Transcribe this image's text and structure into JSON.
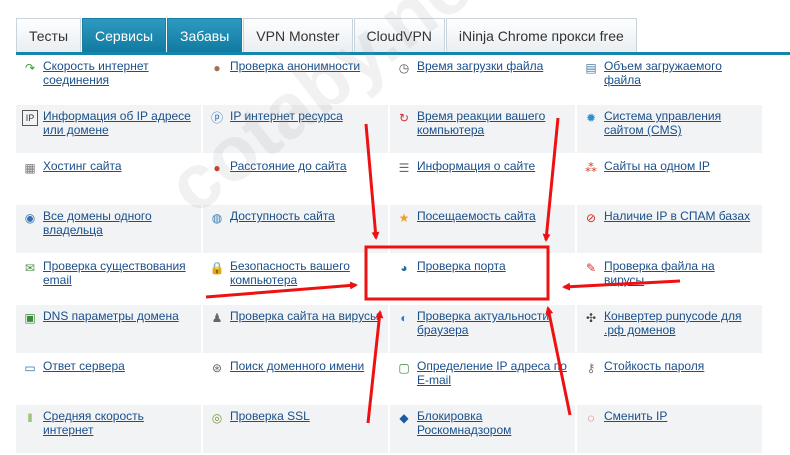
{
  "tabs": [
    {
      "label": "Тесты",
      "active": false
    },
    {
      "label": "Сервисы",
      "active": true
    },
    {
      "label": "Забавы",
      "active": true
    },
    {
      "label": "VPN Monster",
      "active": false
    },
    {
      "label": "CloudVPN",
      "active": false
    },
    {
      "label": "iNinja Chrome прокси free",
      "active": false
    }
  ],
  "services": [
    [
      {
        "label": "Скорость интернет соединения",
        "icon": "speed-arrow-icon"
      },
      {
        "label": "Проверка анонимности",
        "icon": "anonymous-user-icon"
      },
      {
        "label": "Время загрузки файла",
        "icon": "clock-icon"
      },
      {
        "label": "Объем загружаемого файла",
        "icon": "file-size-icon"
      }
    ],
    [
      {
        "label": "Информация об IP адресе или домене",
        "icon": "ip-info-icon"
      },
      {
        "label": "IP интернет ресурса",
        "icon": "ip-resource-icon"
      },
      {
        "label": "Время реакции вашего компьютера",
        "icon": "reaction-time-icon"
      },
      {
        "label": "Система управления сайтом (CMS)",
        "icon": "cms-gear-icon"
      }
    ],
    [
      {
        "label": "Хостинг сайта",
        "icon": "hosting-server-icon"
      },
      {
        "label": "Расстояние до сайта",
        "icon": "map-pin-icon"
      },
      {
        "label": "Информация о сайте",
        "icon": "site-info-icon"
      },
      {
        "label": "Сайты на одном IP",
        "icon": "shared-ip-icon"
      }
    ],
    [
      {
        "label": "Все домены одного владельца",
        "icon": "domains-owner-icon"
      },
      {
        "label": "Доступность сайта",
        "icon": "availability-globe-icon"
      },
      {
        "label": "Посещаемость сайта",
        "icon": "star-icon"
      },
      {
        "label": "Наличие IP в СПАМ базах",
        "icon": "spam-block-icon"
      }
    ],
    [
      {
        "label": "Проверка существования email",
        "icon": "email-check-icon"
      },
      {
        "label": "Безопасность вашего компьютера",
        "icon": "lock-icon"
      },
      {
        "label": "Проверка порта",
        "icon": "port-globe-icon"
      },
      {
        "label": "Проверка файла на вирусы",
        "icon": "file-virus-icon"
      }
    ],
    [
      {
        "label": "DNS параметры домена",
        "icon": "dns-icon"
      },
      {
        "label": "Проверка сайта на вирусы",
        "icon": "site-virus-icon"
      },
      {
        "label": "Проверка актуальности браузера",
        "icon": "browser-icon"
      },
      {
        "label": "Конвертер punycode для .рф доменов",
        "icon": "punycode-icon"
      }
    ],
    [
      {
        "label": "Ответ сервера",
        "icon": "server-response-icon"
      },
      {
        "label": "Поиск доменного имени",
        "icon": "domain-search-icon"
      },
      {
        "label": "Определение IP адреса по E-mail",
        "icon": "ip-by-email-icon"
      },
      {
        "label": "Стойкость пароля",
        "icon": "password-key-icon"
      }
    ],
    [
      {
        "label": "Средняя скорость интернет",
        "icon": "average-speed-icon"
      },
      {
        "label": "Проверка SSL",
        "icon": "ssl-icon"
      },
      {
        "label": "Блокировка Роскомнадзором",
        "icon": "block-rkn-icon"
      },
      {
        "label": "Сменить IP",
        "icon": "change-ip-icon"
      }
    ]
  ],
  "highlight": {
    "row": 4,
    "col": 2
  },
  "watermark": "cotaby.net",
  "colors": {
    "tab_active": "#1a88b0",
    "tab_line": "#1486ad",
    "link": "#1a4f8a",
    "annotation": "#ee1111",
    "alt_row": "#f1f3f5"
  },
  "icon_glyphs": {
    "speed-arrow-icon": {
      "g": "↷",
      "c": "#3a9a3a"
    },
    "anonymous-user-icon": {
      "g": "●",
      "c": "#a07050"
    },
    "clock-icon": {
      "g": "◷",
      "c": "#555"
    },
    "file-size-icon": {
      "g": "▤",
      "c": "#4a7aa0"
    },
    "ip-info-icon": {
      "g": "IP",
      "c": "#333"
    },
    "ip-resource-icon": {
      "g": "ⓟ",
      "c": "#2c6fb0"
    },
    "reaction-time-icon": {
      "g": "↻",
      "c": "#d03030"
    },
    "cms-gear-icon": {
      "g": "✹",
      "c": "#2c8fd0"
    },
    "hosting-server-icon": {
      "g": "▦",
      "c": "#777"
    },
    "map-pin-icon": {
      "g": "●",
      "c": "#c83a2a"
    },
    "site-info-icon": {
      "g": "☰",
      "c": "#666"
    },
    "shared-ip-icon": {
      "g": "⁂",
      "c": "#d04020"
    },
    "domains-owner-icon": {
      "g": "◉",
      "c": "#3a6fb0"
    },
    "availability-globe-icon": {
      "g": "◍",
      "c": "#3a7ab0"
    },
    "star-icon": {
      "g": "★",
      "c": "#f0a020"
    },
    "spam-block-icon": {
      "g": "⊘",
      "c": "#d03020"
    },
    "email-check-icon": {
      "g": "✉",
      "c": "#4a8a4a"
    },
    "lock-icon": {
      "g": "🔒",
      "c": "#e0a030"
    },
    "port-globe-icon": {
      "g": "◕",
      "c": "#2a6a9a"
    },
    "file-virus-icon": {
      "g": "✎",
      "c": "#d03030"
    },
    "dns-icon": {
      "g": "▣",
      "c": "#3a8a3a"
    },
    "site-virus-icon": {
      "g": "♟",
      "c": "#666"
    },
    "browser-icon": {
      "g": "◐",
      "c": "#2a7ad0"
    },
    "punycode-icon": {
      "g": "✣",
      "c": "#444"
    },
    "server-response-icon": {
      "g": "▭",
      "c": "#3a70a0"
    },
    "domain-search-icon": {
      "g": "⊛",
      "c": "#666"
    },
    "ip-by-email-icon": {
      "g": "▢",
      "c": "#3a8a3a"
    },
    "password-key-icon": {
      "g": "⚷",
      "c": "#777"
    },
    "average-speed-icon": {
      "g": "‖",
      "c": "#5aa020"
    },
    "ssl-icon": {
      "g": "◎",
      "c": "#7a9a3a"
    },
    "block-rkn-icon": {
      "g": "◆",
      "c": "#1a5aa0"
    },
    "change-ip-icon": {
      "g": "◌",
      "c": "#d03020"
    }
  }
}
